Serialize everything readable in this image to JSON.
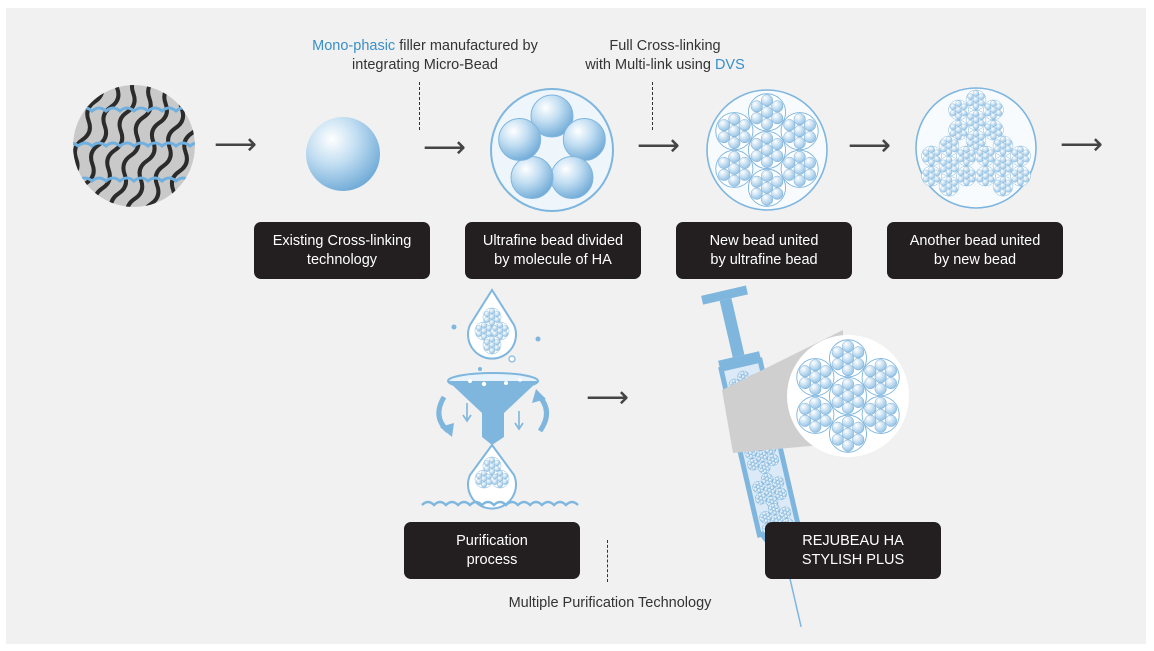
{
  "notes": {
    "monophasic": {
      "highlight": "Mono-phasic",
      "line1_rest": " filler manufactured by",
      "line2": "integrating Micro-Bead"
    },
    "crosslink": {
      "line1": "Full Cross-linking",
      "line2_pre": "with Multi-link using ",
      "highlight": "DVS"
    },
    "purification": "Multiple Purification Technology"
  },
  "labels": {
    "existing": {
      "line1": "Existing Cross-linking",
      "line2": "technology"
    },
    "ultrafine": {
      "line1": "Ultrafine bead divided",
      "line2": "by molecule of HA"
    },
    "newbead": {
      "line1": "New bead united",
      "line2": "by ultrafine bead"
    },
    "another": {
      "line1": "Another bead united",
      "line2": "by new bead"
    },
    "purification": {
      "line1": "Purification",
      "line2": "process"
    },
    "product": {
      "line1": "REJUBEAU HA",
      "line2": "STYLISH PLUS"
    }
  },
  "arrows": {
    "glyph": "⟶"
  },
  "colors": {
    "accent": "#3a8fc7",
    "bead": "#8ec4e8",
    "syringe": "#7fb6de",
    "label_bg": "#231f20",
    "panel": "#f1f1f1"
  }
}
